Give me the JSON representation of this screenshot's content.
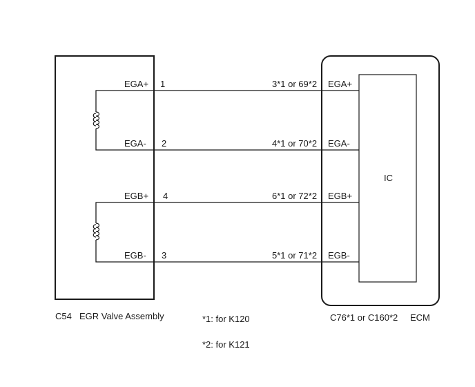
{
  "left_component": {
    "connector": "C54",
    "name": "EGR Valve Assembly"
  },
  "right_component": {
    "connector": "C76*1 or C160*2",
    "name": "ECM",
    "inner_block": "IC"
  },
  "wires": [
    {
      "left_label": "EGA+",
      "left_pin": "1",
      "right_pin": "3*1 or 69*2",
      "right_label": "EGA+"
    },
    {
      "left_label": "EGA-",
      "left_pin": "2",
      "right_pin": "4*1 or 70*2",
      "right_label": "EGA-"
    },
    {
      "left_label": "EGB+",
      "left_pin": "4",
      "right_pin": "6*1 or 72*2",
      "right_label": "EGB+"
    },
    {
      "left_label": "EGB-",
      "left_pin": "3",
      "right_pin": "5*1 or 71*2",
      "right_label": "EGB-"
    }
  ],
  "notes": {
    "note1": "*1: for K120",
    "note2": "*2: for K121"
  }
}
